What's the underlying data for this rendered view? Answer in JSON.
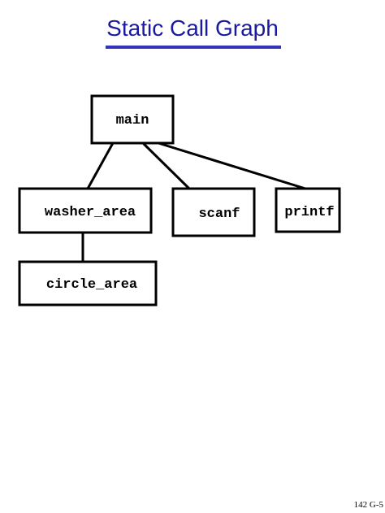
{
  "slide": {
    "title": "Static Call Graph",
    "title_color": "#1a1aa0",
    "underline_color": "#3333bb",
    "footer": "142 G-5"
  },
  "graph": {
    "nodes": [
      {
        "id": "main",
        "label": "main"
      },
      {
        "id": "washer_area",
        "label": "washer_area"
      },
      {
        "id": "scanf",
        "label": "scanf"
      },
      {
        "id": "printf",
        "label": "printf"
      },
      {
        "id": "circle_area",
        "label": "circle_area"
      }
    ],
    "edges": [
      {
        "from": "main",
        "to": "washer_area"
      },
      {
        "from": "main",
        "to": "scanf"
      },
      {
        "from": "main",
        "to": "printf"
      },
      {
        "from": "washer_area",
        "to": "circle_area"
      }
    ]
  }
}
